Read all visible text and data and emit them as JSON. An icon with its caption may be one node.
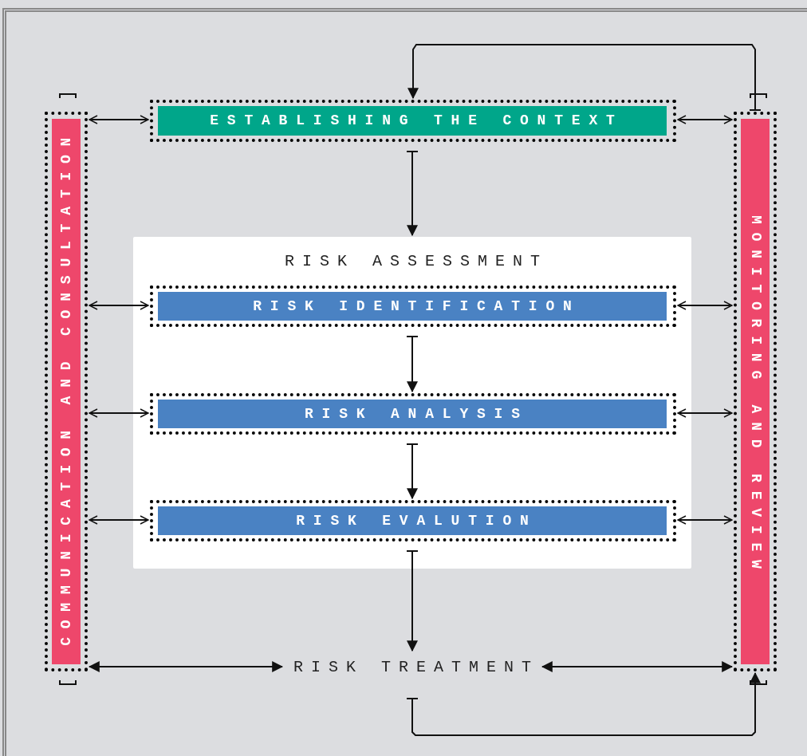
{
  "diagram": {
    "nodes": [
      {
        "text": [
          "COMMUNICATION AND CONSULTATION"
        ]
      },
      {
        "text": [
          "ESTABLISHING THE CONTEXT"
        ]
      },
      {
        "text": [
          "RISK ASSESSMENT"
        ]
      },
      {
        "text": [
          "RISK IDENTIFICATION"
        ],
        "in": 2
      },
      {
        "text": [
          "RISK ANALYSIS"
        ],
        "in": 2
      },
      {
        "text": [
          "RISK EVALUTION"
        ],
        "in": 2
      },
      {
        "text": [
          "RISK TREATMENT"
        ]
      },
      {
        "text": [
          "MONITORING AND REVIEW"
        ]
      }
    ],
    "edges": [
      {
        "from": 0,
        "to": 1,
        "arrow": "both"
      },
      {
        "from": 1,
        "to": 7,
        "arrow": "both"
      },
      {
        "from": 0,
        "to": 3,
        "arrow": "both"
      },
      {
        "from": 3,
        "to": 7,
        "arrow": "both"
      },
      {
        "from": 0,
        "to": 4,
        "arrow": "both"
      },
      {
        "from": 4,
        "to": 7,
        "arrow": "both"
      },
      {
        "from": 0,
        "to": 5,
        "arrow": "both"
      },
      {
        "from": 5,
        "to": 7,
        "arrow": "both"
      },
      {
        "from": 0,
        "to": 6,
        "arrow": "both"
      },
      {
        "from": 6,
        "to": 7,
        "arrow": "both"
      },
      {
        "from": 7,
        "to": 1,
        "arrow": "to"
      },
      {
        "from": 1,
        "to": 2,
        "arrow": "to"
      },
      {
        "from": 3,
        "to": 4,
        "arrow": "to"
      },
      {
        "from": 4,
        "to": 5,
        "arrow": "to"
      },
      {
        "from": 5,
        "to": 6,
        "arrow": "to"
      },
      {
        "from": 6,
        "to": 7,
        "arrow": "to"
      }
    ]
  }
}
